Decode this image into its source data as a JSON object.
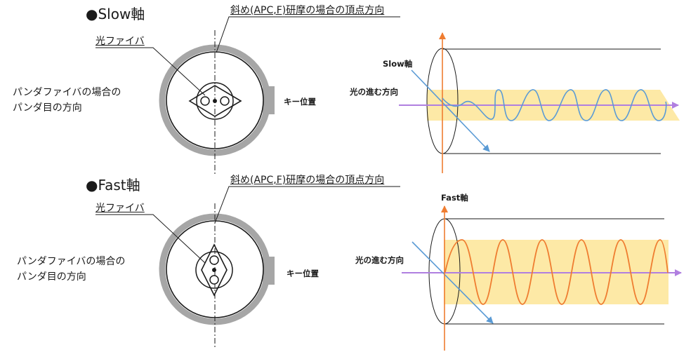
{
  "slow": {
    "title": "●Slow軸",
    "polish_label": "斜め(APC,F)研摩の場合の頂点方向",
    "fiber_label": "光ファイバ",
    "panda_label": "パンダファイバの場合の\nパンダ目の方向",
    "key_label": "キー位置",
    "axis_label": "Slow軸",
    "light_label": "光の進む方向"
  },
  "fast": {
    "title": "●Fast軸",
    "polish_label": "斜め(APC,F)研摩の場合の頂点方向",
    "fiber_label": "光ファイバ",
    "panda_label": "パンダファイバの場合の\nパンダ目の方向",
    "key_label": "キー位置",
    "axis_label": "Fast軸",
    "light_label": "光の進む方向"
  },
  "colors": {
    "ferrule_ring": "#a6a6a6",
    "highlight_band": "#fde9a6",
    "light_arrow": "#b07fe0",
    "vertical_axis": "#ef7d31",
    "diagonal_axis": "#5b9bd5",
    "slow_wave": "#5b9bd5",
    "fast_wave": "#ef7d31"
  }
}
